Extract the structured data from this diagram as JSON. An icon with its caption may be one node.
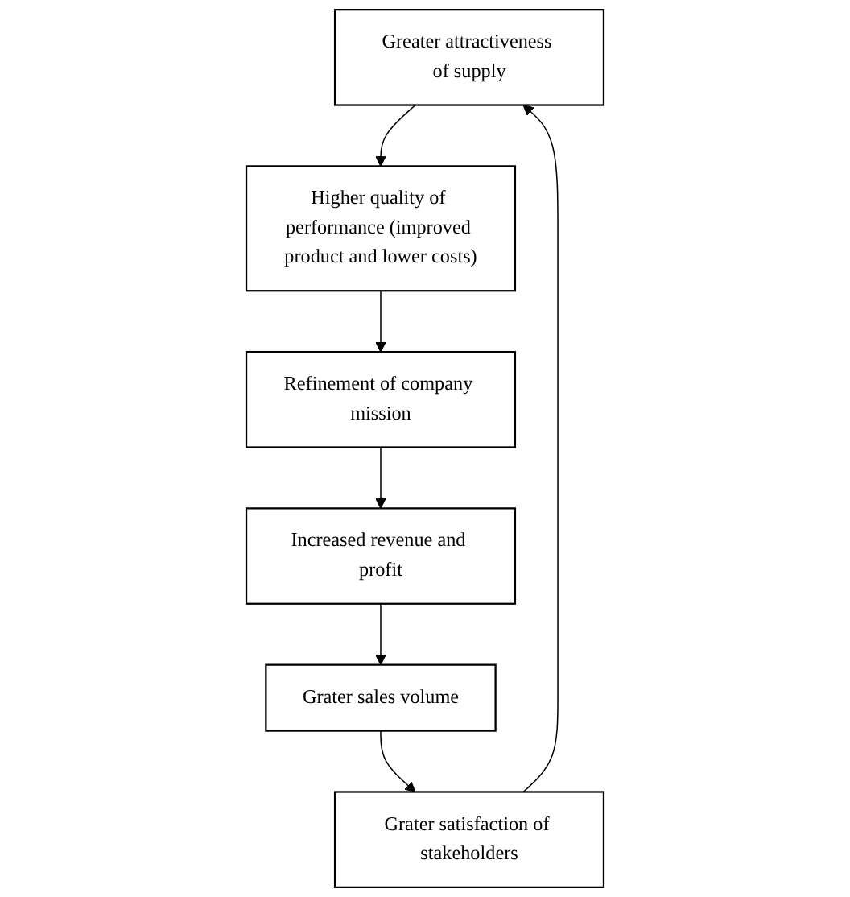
{
  "diagram": {
    "nodes": [
      {
        "text": [
          "Greater attractiveness of supply"
        ]
      },
      {
        "text": [
          "Grater satisfaction of stakeholders"
        ]
      },
      {
        "text": [
          "Higher quality of performance (improved product and lower costs)"
        ]
      },
      {
        "text": [
          "Grater sales volume"
        ]
      },
      {
        "text": [
          "Refinement of company mission"
        ]
      },
      {
        "text": [
          "Increased revenue and profit"
        ]
      }
    ],
    "edges": [
      {
        "from": 1,
        "to": 0,
        "arrow": "to"
      },
      {
        "from": 0,
        "to": 2,
        "arrow": "to"
      },
      {
        "from": 2,
        "to": 4,
        "arrow": "to"
      },
      {
        "from": 4,
        "to": 5,
        "arrow": "to"
      },
      {
        "from": 5,
        "to": 3,
        "arrow": "to"
      },
      {
        "from": 3,
        "to": 1,
        "arrow": "to"
      }
    ]
  }
}
